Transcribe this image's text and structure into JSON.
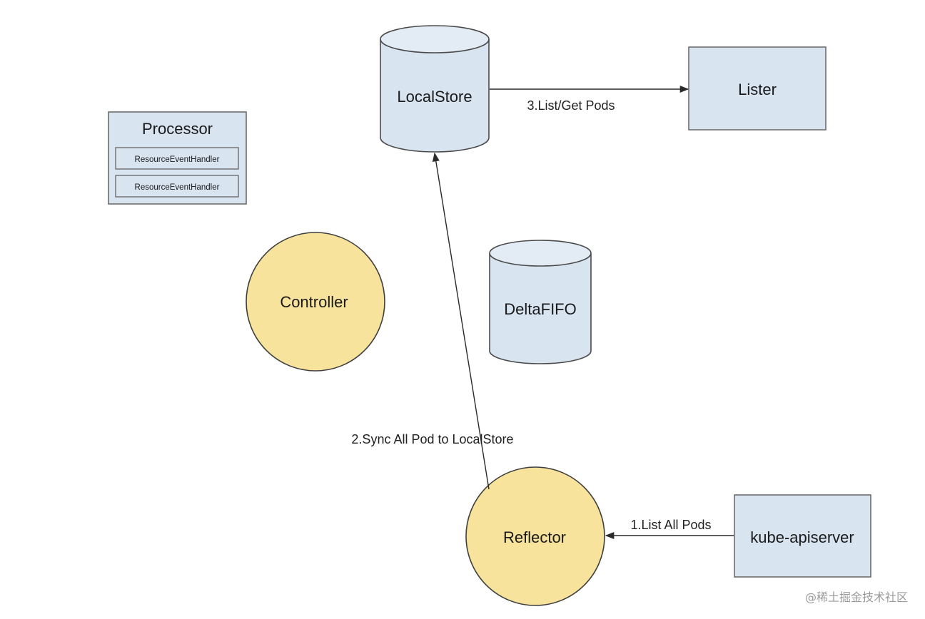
{
  "nodes": {
    "processor": {
      "title": "Processor",
      "handlers": [
        "ResourceEventHandler",
        "ResourceEventHandler"
      ]
    },
    "localstore": {
      "label": "LocalStore"
    },
    "lister": {
      "label": "Lister"
    },
    "controller": {
      "label": "Controller"
    },
    "deltafifo": {
      "label": "DeltaFIFO"
    },
    "reflector": {
      "label": "Reflector"
    },
    "apiserver": {
      "label": "kube-apiserver"
    }
  },
  "edges": {
    "list_all_pods": {
      "label": "1.List All Pods",
      "from": "kube-apiserver",
      "to": "Reflector"
    },
    "sync_all_pod": {
      "label": "2.Sync All Pod to LocalStore",
      "from": "Reflector",
      "to": "LocalStore"
    },
    "list_get_pods": {
      "label": "3.List/Get Pods",
      "from": "LocalStore",
      "to": "Lister"
    }
  },
  "watermark": "@稀土掘金技术社区",
  "colors": {
    "box_fill": "#d9e4f1",
    "circle_fill": "#f8e39c",
    "stroke": "#4a4a4a"
  }
}
